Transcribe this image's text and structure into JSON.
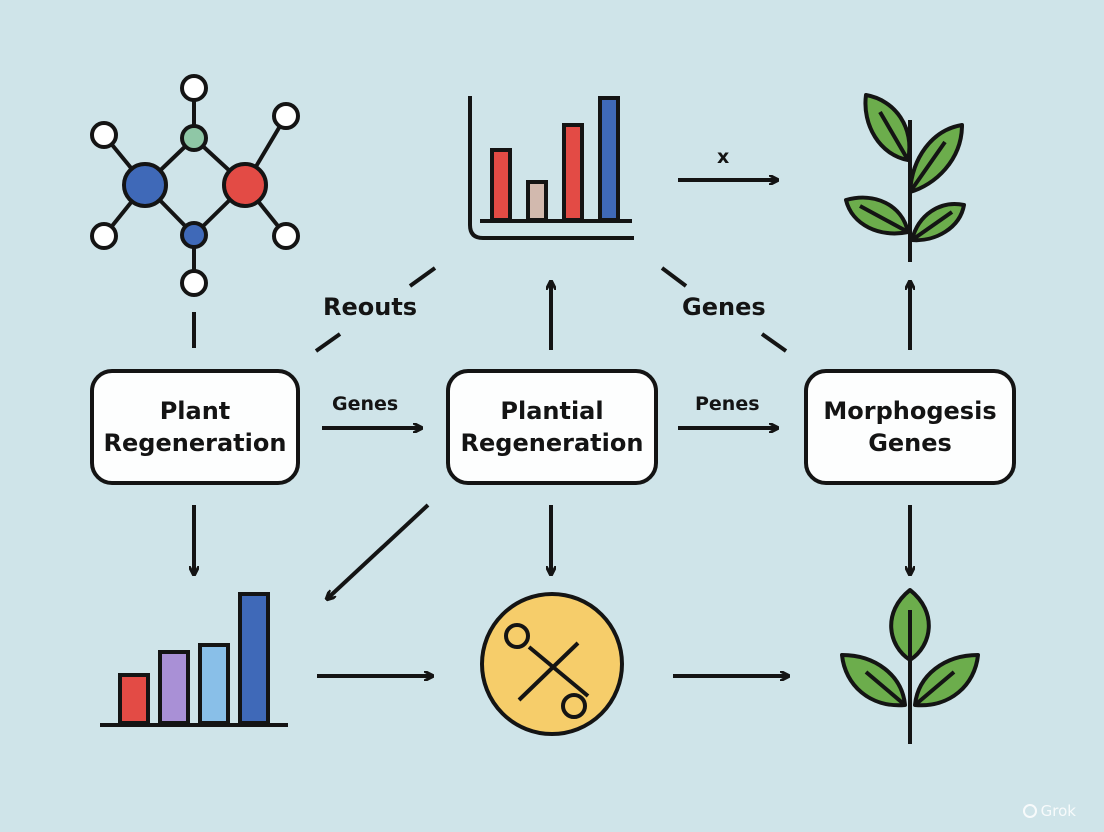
{
  "nodes": {
    "plant_regeneration": {
      "line1": "Plant",
      "line2": "Regeneration"
    },
    "plantial_regeneration": {
      "line1": "Plantial",
      "line2": "Regeneration"
    },
    "morphogesis_genes": {
      "line1": "Morphogesis",
      "line2": "Genes"
    }
  },
  "edge_labels": {
    "reouts": "Reouts",
    "genes_upper": "Genes",
    "x": "x",
    "genes_arrow": "Genes",
    "penes_arrow": "Penes"
  },
  "watermark": {
    "text": "Grok"
  },
  "icons": {
    "molecule": "molecule-icon",
    "top_chart": "bar-chart-icon",
    "top_plant": "plant-sprout-icon",
    "bottom_chart": "bar-chart-icon",
    "scissors": "scissors-icon",
    "bottom_plant": "plant-seedling-icon"
  },
  "colors": {
    "background": "#cfe4e9",
    "ink": "#141414",
    "leaf_green": "#6cad4c",
    "bar_red": "#e34b45",
    "bar_blue": "#3f69b8",
    "bar_purple": "#a990d6",
    "bar_light_blue": "#89bfe8",
    "bar_tan": "#d2b9ae",
    "scissor_circle": "#f6cd6a",
    "atom_blue": "#3f69b8",
    "atom_red": "#e34b45",
    "atom_green": "#8fc7a6"
  }
}
